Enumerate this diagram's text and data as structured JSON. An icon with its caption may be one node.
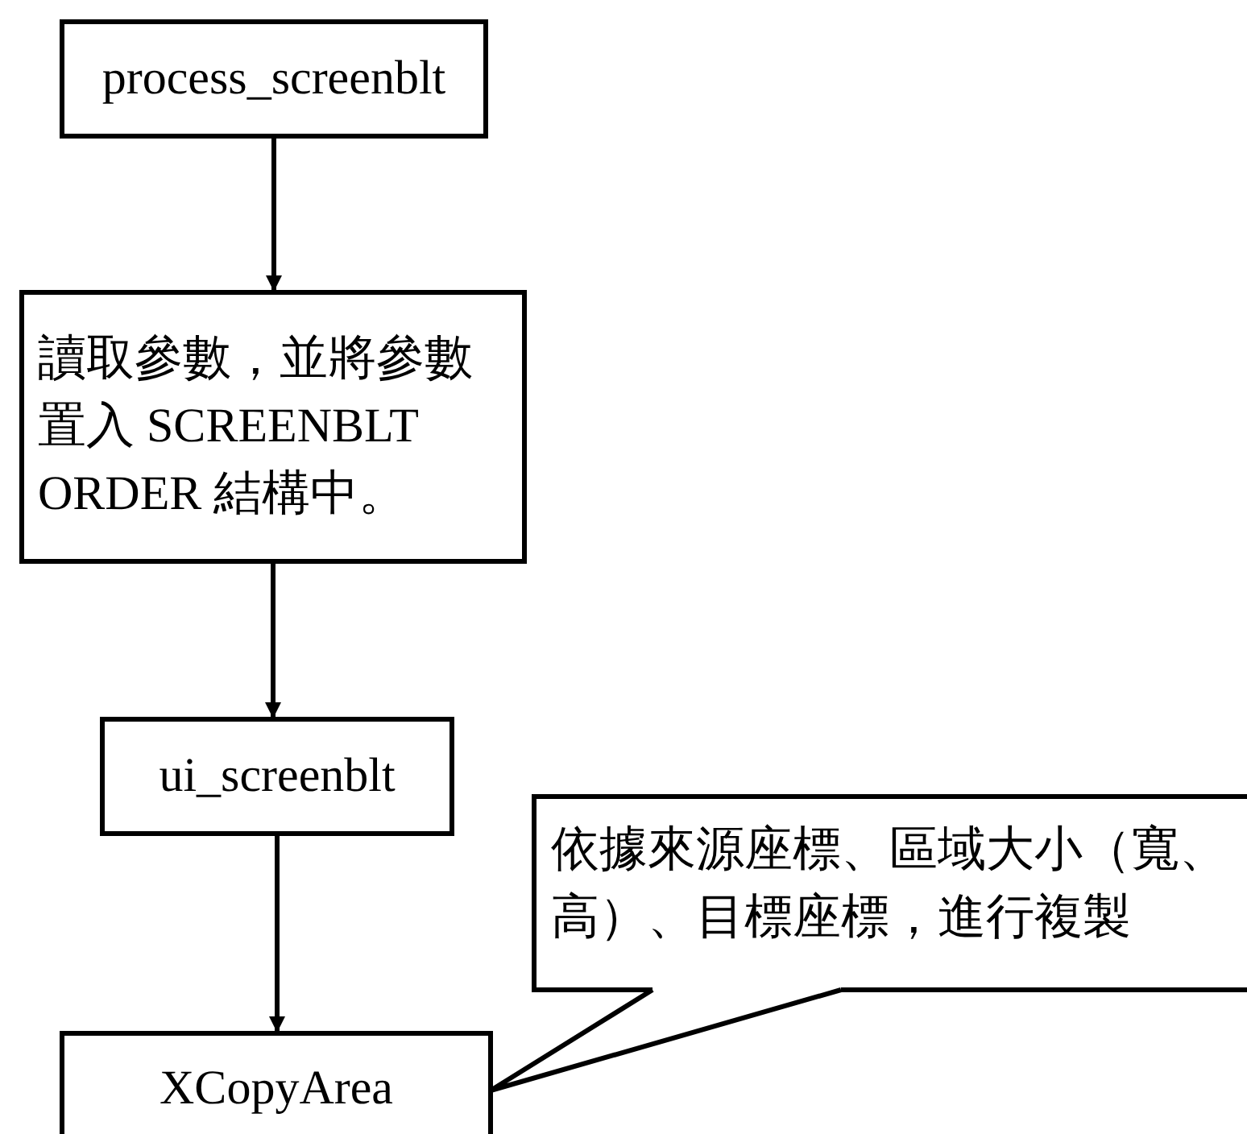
{
  "diagram": {
    "nodes": [
      {
        "text": [
          "process_screenblt"
        ]
      },
      {
        "text": [
          "讀取參數，並將參數置入 SCREENBLT ORDER 結構中。"
        ]
      },
      {
        "text": [
          "ui_screenblt"
        ]
      },
      {
        "text": [
          "XCopyArea"
        ]
      },
      {
        "text": [
          "依據來源座標、區域大小（寬、高）、目標座標，進行複製"
        ]
      }
    ],
    "edges": [
      {
        "from": 0,
        "to": 1,
        "arrow": "to"
      },
      {
        "from": 1,
        "to": 2,
        "arrow": "to"
      },
      {
        "from": 2,
        "to": 3,
        "arrow": "to"
      },
      {
        "from": 4,
        "to": 3,
        "arrow": "none"
      }
    ]
  }
}
